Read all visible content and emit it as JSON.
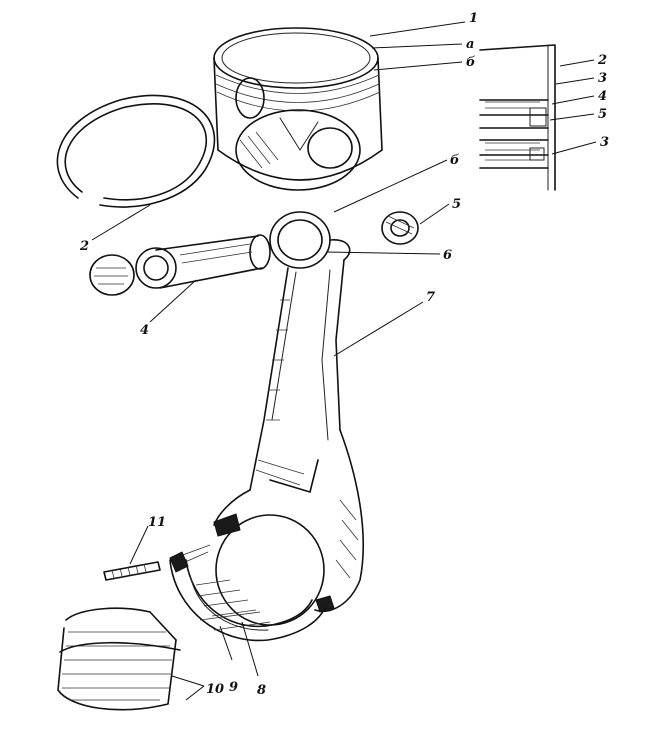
{
  "callouts": [
    {
      "id": "piston",
      "text": "1"
    },
    {
      "id": "ring-a",
      "text": "а"
    },
    {
      "id": "ring-b",
      "text": "б"
    },
    {
      "id": "detail-ring-2",
      "text": "2"
    },
    {
      "id": "detail-3-top",
      "text": "3"
    },
    {
      "id": "detail-4",
      "text": "4"
    },
    {
      "id": "detail-5",
      "text": "5"
    },
    {
      "id": "detail-3-bottom",
      "text": "3"
    },
    {
      "id": "compression-ring",
      "text": "2"
    },
    {
      "id": "oil-hole",
      "text": "б"
    },
    {
      "id": "retainer",
      "text": "5"
    },
    {
      "id": "bushing",
      "text": "6"
    },
    {
      "id": "connecting-rod",
      "text": "7"
    },
    {
      "id": "piston-pin",
      "text": "4"
    },
    {
      "id": "bolt",
      "text": "11"
    },
    {
      "id": "cap",
      "text": "8"
    },
    {
      "id": "upper-shell",
      "text": "9"
    },
    {
      "id": "bearing-shells",
      "text": "10"
    }
  ],
  "colors": {
    "ink": "#111111",
    "paper": "#ffffff"
  }
}
